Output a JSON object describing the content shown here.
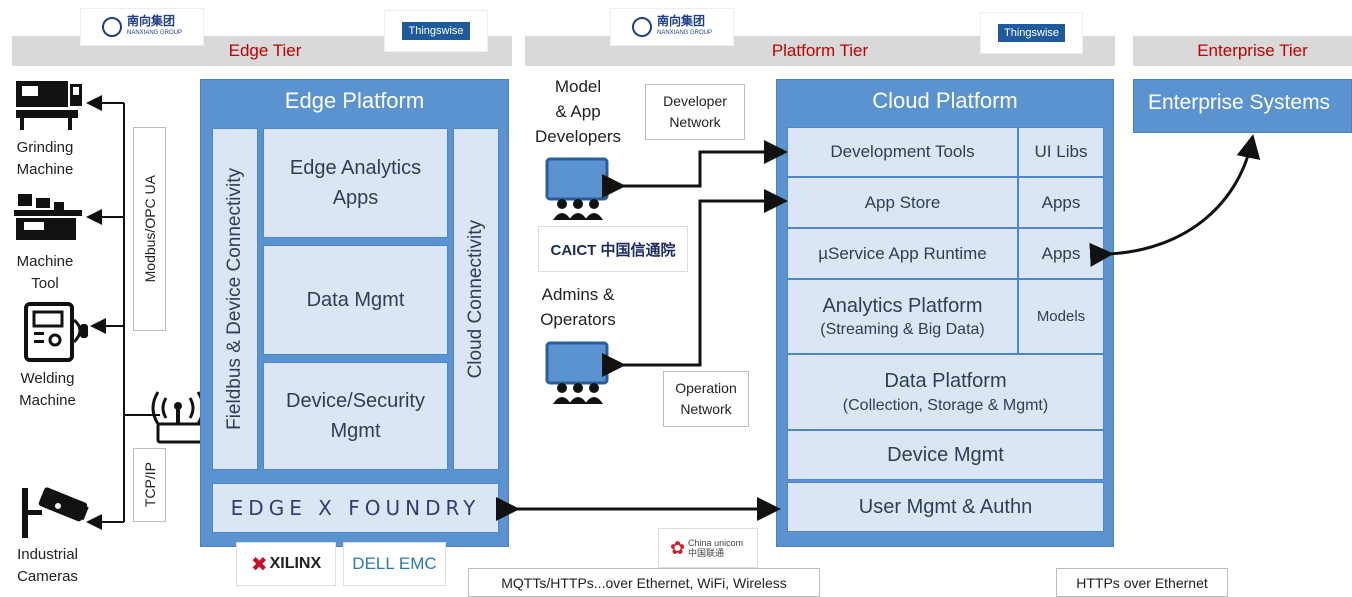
{
  "tiers": {
    "edge": "Edge Tier",
    "platform": "Platform Tier",
    "enterprise": "Enterprise Tier"
  },
  "logos": {
    "nanxiang": "南向集团",
    "nanxiang_sub": "NANXIANG GROUP",
    "thingswise": "Thingswise",
    "caict": "CAICT 中国信通院",
    "china_unicom": "China unicom中国联通",
    "xilinx": "XILINX",
    "dell": "DELL EMC"
  },
  "devices": [
    {
      "label": "Grinding\nMachine"
    },
    {
      "label": "Machine\nTool"
    },
    {
      "label": "Welding\nMachine"
    },
    {
      "label": "Industrial\nCameras"
    }
  ],
  "protocols": {
    "modbus": "Modbus/OPC UA",
    "tcpip": "TCP/IP"
  },
  "edge_platform": {
    "title": "Edge Platform",
    "fieldbus": "Fieldbus & Device Connectivity",
    "cloud_conn": "Cloud Connectivity",
    "analytics": "Edge Analytics\nApps",
    "data_mgmt": "Data Mgmt",
    "device_security": "Device/Security\nMgmt",
    "edgex": "EDGE X FOUNDRY"
  },
  "middle": {
    "developers": "Model\n& App\nDevelopers",
    "developer_network": "Developer\nNetwork",
    "admins": "Admins &\nOperators",
    "operation_network": "Operation\nNetwork"
  },
  "cloud_platform": {
    "title": "Cloud Platform",
    "dev_tools": "Development Tools",
    "ui_libs": "UI Libs",
    "app_store": "App Store",
    "apps1": "Apps",
    "runtime": "µService App Runtime",
    "apps2": "Apps",
    "analytics": "Analytics Platform",
    "analytics_sub": "(Streaming & Big Data)",
    "models": "Models",
    "data_platform": "Data Platform",
    "data_platform_sub": "(Collection, Storage & Mgmt)",
    "device_mgmt": "Device Mgmt",
    "user_mgmt": "User Mgmt & Authn"
  },
  "enterprise": {
    "systems": "Enterprise Systems"
  },
  "footer": {
    "mqtt": "MQTTs/HTTPs...over Ethernet, WiFi, Wireless",
    "https": "HTTPs over Ethernet"
  },
  "colors": {
    "platform_blue": "#5b93d1",
    "cell_fill": "#dbe6f4",
    "tier_red": "#c00000",
    "band_gray": "#d9d9d9"
  }
}
